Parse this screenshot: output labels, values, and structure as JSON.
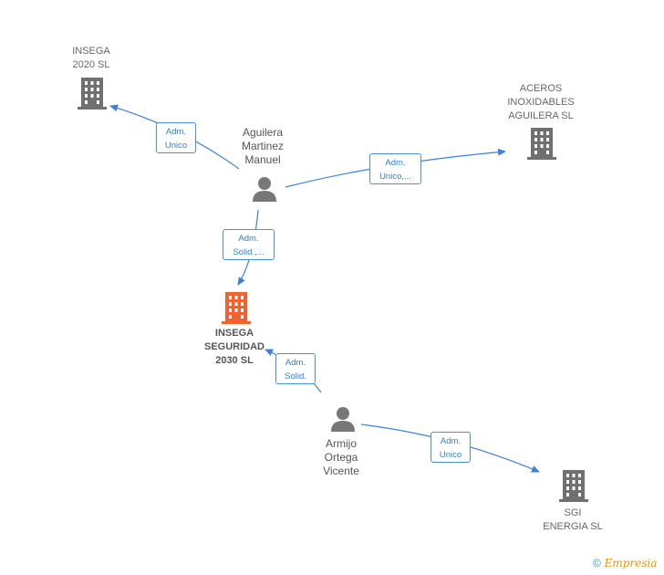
{
  "nodes": {
    "insega2020": {
      "name_l1": "INSEGA",
      "name_l2": "2020  SL"
    },
    "aceros": {
      "name_l1": "ACEROS",
      "name_l2": "INOXIDABLES",
      "name_l3": "AGUILERA SL"
    },
    "aguilera": {
      "name_l1": "Aguilera",
      "name_l2": "Martinez",
      "name_l3": "Manuel"
    },
    "insega2030": {
      "name_l1": "INSEGA",
      "name_l2": "SEGURIDAD",
      "name_l3": "2030  SL"
    },
    "armijo": {
      "name_l1": "Armijo",
      "name_l2": "Ortega",
      "name_l3": "Vicente"
    },
    "sgi": {
      "name_l1": "SGI",
      "name_l2": "ENERGIA  SL"
    }
  },
  "edges": {
    "e1": {
      "l1": "Adm.",
      "l2": "Unico"
    },
    "e2": {
      "l1": "Adm.",
      "l2": "Unico,..."
    },
    "e3": {
      "l1": "Adm.",
      "l2": "Solid.,..."
    },
    "e4": {
      "l1": "Adm.",
      "l2": "Solid."
    },
    "e5": {
      "l1": "Adm.",
      "l2": "Unico"
    }
  },
  "colors": {
    "company": "#707070",
    "focus_company": "#f2622e",
    "person": "#777777",
    "edge": "#3b82d6"
  },
  "branding": {
    "copyright": "©",
    "brand": "Empresia"
  }
}
